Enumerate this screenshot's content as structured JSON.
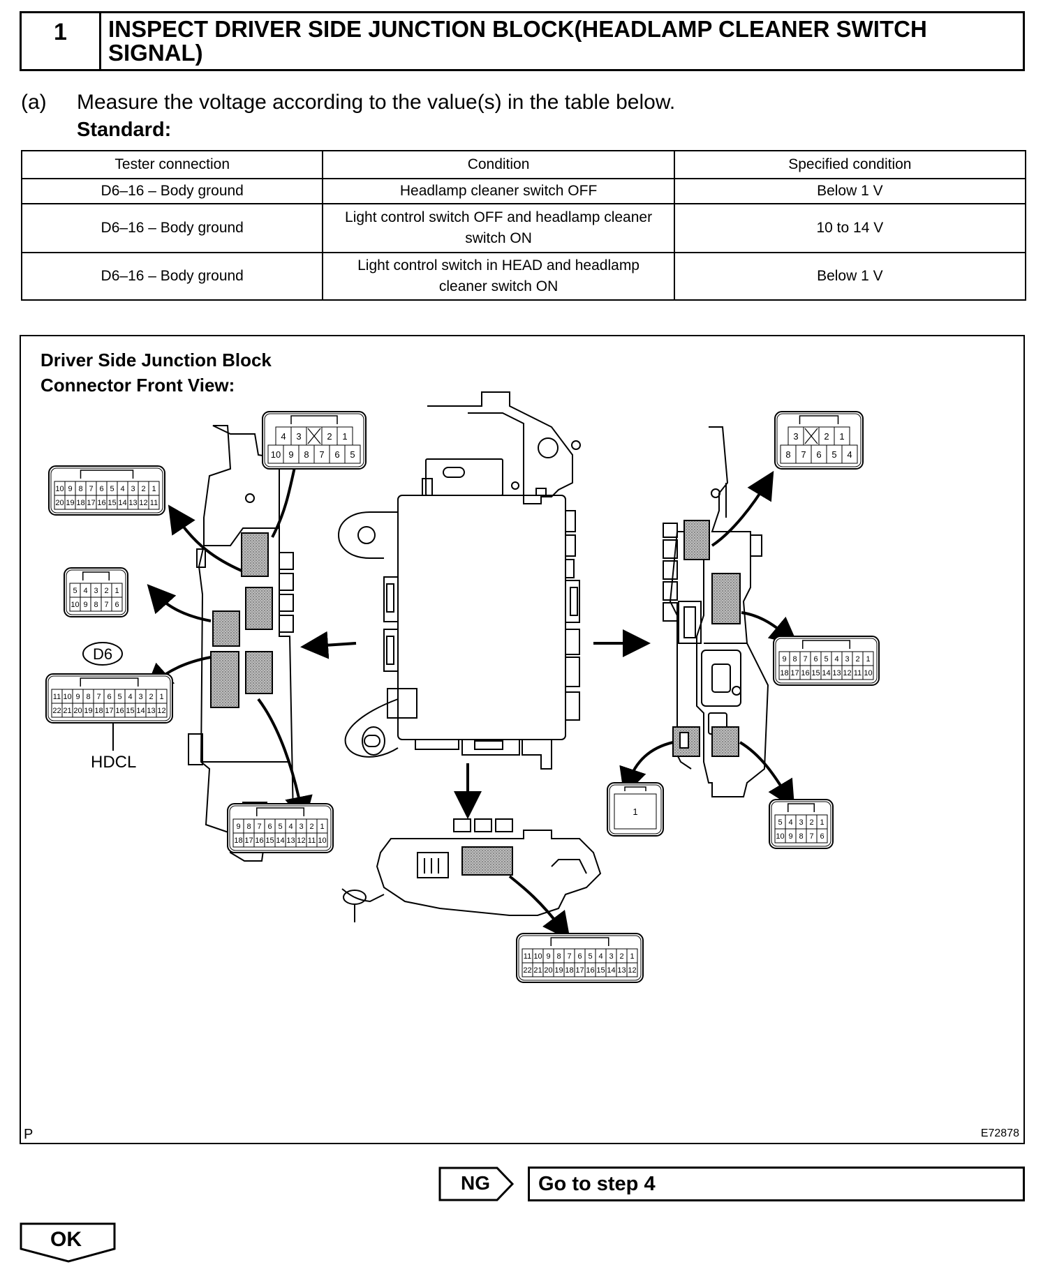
{
  "step": {
    "number": "1",
    "title_line1": "INSPECT DRIVER SIDE JUNCTION BLOCK(HEADLAMP CLEANER SWITCH",
    "title_line2": "SIGNAL)"
  },
  "instruction": {
    "label": "(a)",
    "text": "Measure the voltage according to the value(s) in the table below.",
    "standard": "Standard:"
  },
  "table": {
    "headers": [
      "Tester connection",
      "Condition",
      "Specified condition"
    ],
    "rows": [
      {
        "tester": "D6–16 – Body ground",
        "condition_1": "Headlamp cleaner switch OFF",
        "condition_2": "",
        "spec": "Below 1 V"
      },
      {
        "tester": "D6–16 – Body ground",
        "condition_1": "Light control switch OFF and headlamp cleaner",
        "condition_2": "switch ON",
        "spec": "10 to 14 V"
      },
      {
        "tester": "D6–16 – Body ground",
        "condition_1": "Light control switch in HEAD and headlamp",
        "condition_2": "cleaner switch ON",
        "spec": "Below 1 V"
      }
    ]
  },
  "figure": {
    "title_line1": "Driver Side Junction Block",
    "title_line2": "Connector Front View:",
    "connector_id": "D6",
    "pin_label": "HDCL",
    "corner_mark": "P",
    "code": "E72878",
    "connectors": {
      "top_mid": {
        "row1": [
          "4",
          "3",
          "X",
          "2",
          "1"
        ],
        "row2": [
          "10",
          "9",
          "8",
          "7",
          "6",
          "5"
        ]
      },
      "left_20": {
        "row1": [
          "10",
          "9",
          "8",
          "7",
          "6",
          "5",
          "4",
          "3",
          "2",
          "1"
        ],
        "row2": [
          "20",
          "19",
          "18",
          "17",
          "16",
          "15",
          "14",
          "13",
          "12",
          "11"
        ]
      },
      "left_10": {
        "row1": [
          "5",
          "4",
          "3",
          "2",
          "1"
        ],
        "row2": [
          "10",
          "9",
          "8",
          "7",
          "6"
        ]
      },
      "d6": {
        "row1": [
          "11",
          "10",
          "9",
          "8",
          "7",
          "6",
          "5",
          "4",
          "3",
          "2",
          "1"
        ],
        "row2": [
          "22",
          "21",
          "20",
          "19",
          "18",
          "17",
          "16",
          "15",
          "14",
          "13",
          "12"
        ]
      },
      "bottom_18": {
        "row1": [
          "9",
          "8",
          "7",
          "6",
          "5",
          "4",
          "3",
          "2",
          "1"
        ],
        "row2": [
          "18",
          "17",
          "16",
          "15",
          "14",
          "13",
          "12",
          "11",
          "10"
        ]
      },
      "bottom_22": {
        "row1": [
          "11",
          "10",
          "9",
          "8",
          "7",
          "6",
          "5",
          "4",
          "3",
          "2",
          "1"
        ],
        "row2": [
          "22",
          "21",
          "20",
          "19",
          "18",
          "17",
          "16",
          "15",
          "14",
          "13",
          "12"
        ]
      },
      "right_top": {
        "row1": [
          "3",
          "X",
          "2",
          "1"
        ],
        "row2": [
          "8",
          "7",
          "6",
          "5",
          "4"
        ]
      },
      "right_18": {
        "row1": [
          "9",
          "8",
          "7",
          "6",
          "5",
          "4",
          "3",
          "2",
          "1"
        ],
        "row2": [
          "18",
          "17",
          "16",
          "15",
          "14",
          "13",
          "12",
          "11",
          "10"
        ]
      },
      "right_1": {
        "row1": [
          "1"
        ]
      },
      "right_10": {
        "row1": [
          "5",
          "4",
          "3",
          "2",
          "1"
        ],
        "row2": [
          "10",
          "9",
          "8",
          "7",
          "6"
        ]
      }
    }
  },
  "ng": {
    "label": "NG",
    "action": "Go to step 4"
  },
  "ok": {
    "label": "OK"
  }
}
